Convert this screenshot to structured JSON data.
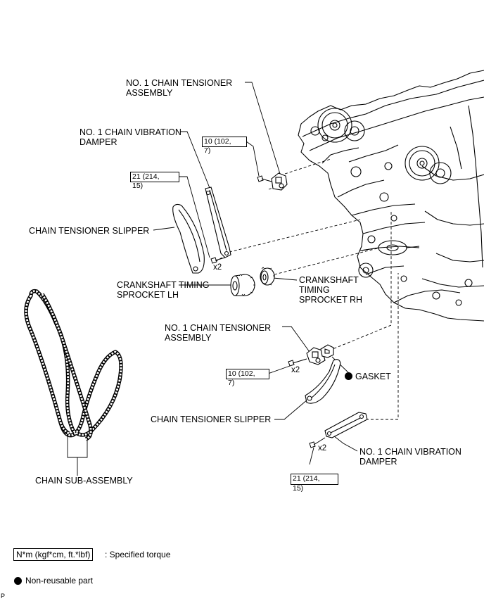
{
  "labels": {
    "tensioner_top": "NO. 1 CHAIN TENSIONER\nASSEMBLY",
    "vibration_damper_top": "NO. 1 CHAIN VIBRATION\nDAMPER",
    "slipper_top": "CHAIN TENSIONER SLIPPER",
    "crank_lh": "CRANKSHAFT TIMING\nSPROCKET LH",
    "crank_rh": "CRANKSHAFT\nTIMING\nSPROCKET RH",
    "tensioner_bottom": "NO. 1 CHAIN TENSIONER\nASSEMBLY",
    "gasket": "GASKET",
    "slipper_bottom": "CHAIN TENSIONER SLIPPER",
    "vibration_damper_bottom": "NO. 1 CHAIN VIBRATION\nDAMPER",
    "chain": "CHAIN SUB-ASSEMBLY"
  },
  "torques": {
    "t10_top_a": "10 (102,",
    "t10_top_b": "7)",
    "t21_top_a": "21 (214,",
    "t21_top_b": "15)",
    "t10_bot_a": "10 (102,",
    "t10_bot_b": "7)",
    "t21_bot_a": "21 (214,",
    "t21_bot_b": "15)"
  },
  "multipliers": {
    "x2_top": "x2",
    "x2_mid": "x2",
    "x2_bot": "x2"
  },
  "legend": {
    "torque_box": "N*m (kgf*cm, ft.*lbf)",
    "torque_desc": ": Specified torque",
    "nonreusable": "Non-reusable part"
  },
  "footer_code": "P"
}
